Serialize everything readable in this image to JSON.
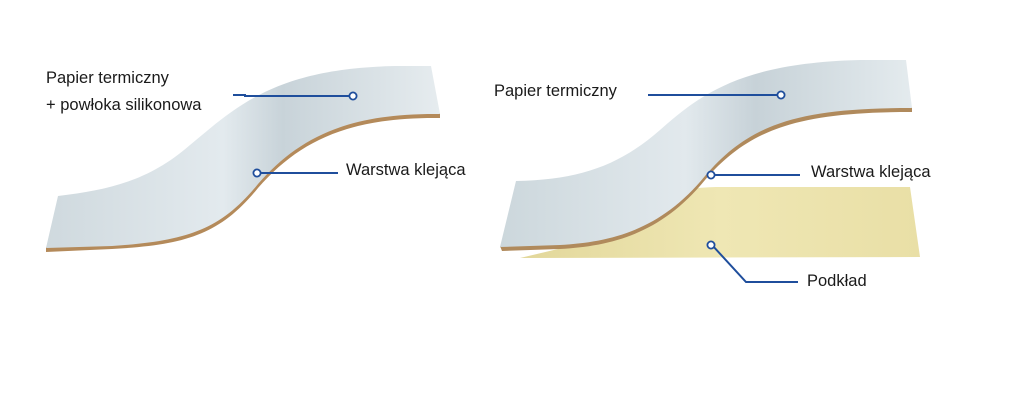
{
  "left_diagram": {
    "paper_label_line1": "Papier termiczny",
    "paper_label_line2": "+ powłoka silikonowa",
    "adhesive_label": "Warstwa klejąca"
  },
  "right_diagram": {
    "paper_label": "Papier termiczny",
    "adhesive_label": "Warstwa klejąca",
    "liner_label": "Podkład"
  },
  "colors": {
    "paper_face": "#dde6ea",
    "paper_edge": "#b89060",
    "liner": "#ece3a8",
    "callout": "#1f4e9c"
  }
}
